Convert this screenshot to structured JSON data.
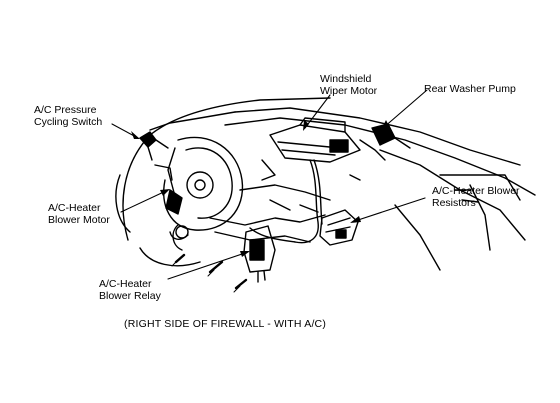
{
  "labels": {
    "pressure_switch": [
      "A/C Pressure",
      "Cycling Switch"
    ],
    "wiper_motor": [
      "Windshield",
      "Wiper Motor"
    ],
    "washer_pump": [
      "Rear Washer Pump"
    ],
    "blower_resistors": [
      "A/C-Heater Blower",
      "Resistors"
    ],
    "blower_motor": [
      "A/C-Heater",
      "Blower Motor"
    ],
    "blower_relay": [
      "A/C-Heater",
      "Blower Relay"
    ]
  },
  "caption": "(RIGHT SIDE OF FIREWALL  -  WITH A/C)",
  "colors": {
    "ink": "#000000",
    "paper": "#ffffff"
  }
}
